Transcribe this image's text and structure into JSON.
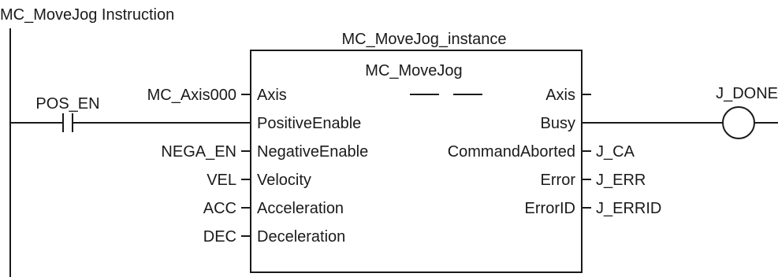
{
  "title": "MC_MoveJog Instruction",
  "instance_name": "MC_MoveJog_instance",
  "block_name": "MC_MoveJog",
  "contact": {
    "label": "POS_EN",
    "type": "normally-open"
  },
  "coil": {
    "label": "J_DONE"
  },
  "inputs": [
    {
      "pin": "Axis",
      "variable": "MC_Axis000"
    },
    {
      "pin": "PositiveEnable",
      "variable": ""
    },
    {
      "pin": "NegativeEnable",
      "variable": "NEGA_EN"
    },
    {
      "pin": "Velocity",
      "variable": "VEL"
    },
    {
      "pin": "Acceleration",
      "variable": "ACC"
    },
    {
      "pin": "Deceleration",
      "variable": "DEC"
    }
  ],
  "outputs": [
    {
      "pin": "Axis",
      "variable": ""
    },
    {
      "pin": "Busy",
      "variable": ""
    },
    {
      "pin": "CommandAborted",
      "variable": "J_CA"
    },
    {
      "pin": "Error",
      "variable": "J_ERR"
    },
    {
      "pin": "ErrorID",
      "variable": "J_ERRID"
    }
  ]
}
